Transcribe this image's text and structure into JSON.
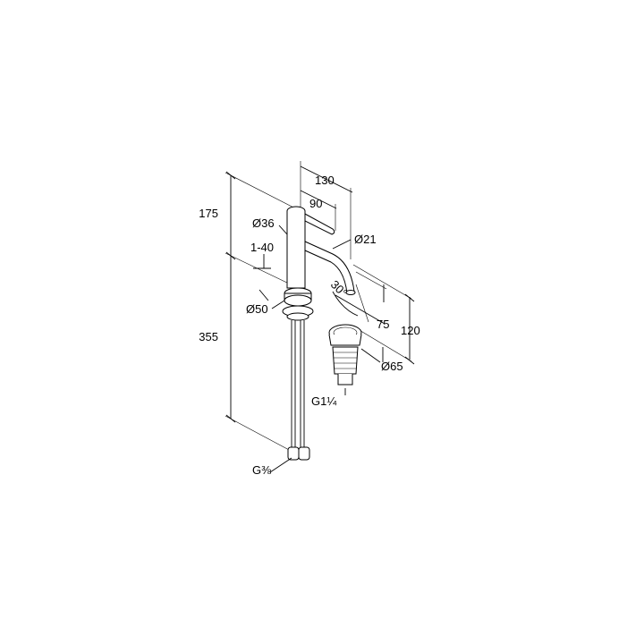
{
  "dimensions": {
    "width_130": "130",
    "width_90": "90",
    "height_175": "175",
    "diameter_36": "Ø36",
    "diameter_21": "Ø21",
    "range_1_40": "1-40",
    "diameter_50": "Ø50",
    "angle_30": "30°",
    "depth_75": "75",
    "height_120": "120",
    "height_355": "355",
    "diameter_65": "Ø65",
    "thread_drain": "G1¼",
    "thread_supply": "G⅜"
  }
}
